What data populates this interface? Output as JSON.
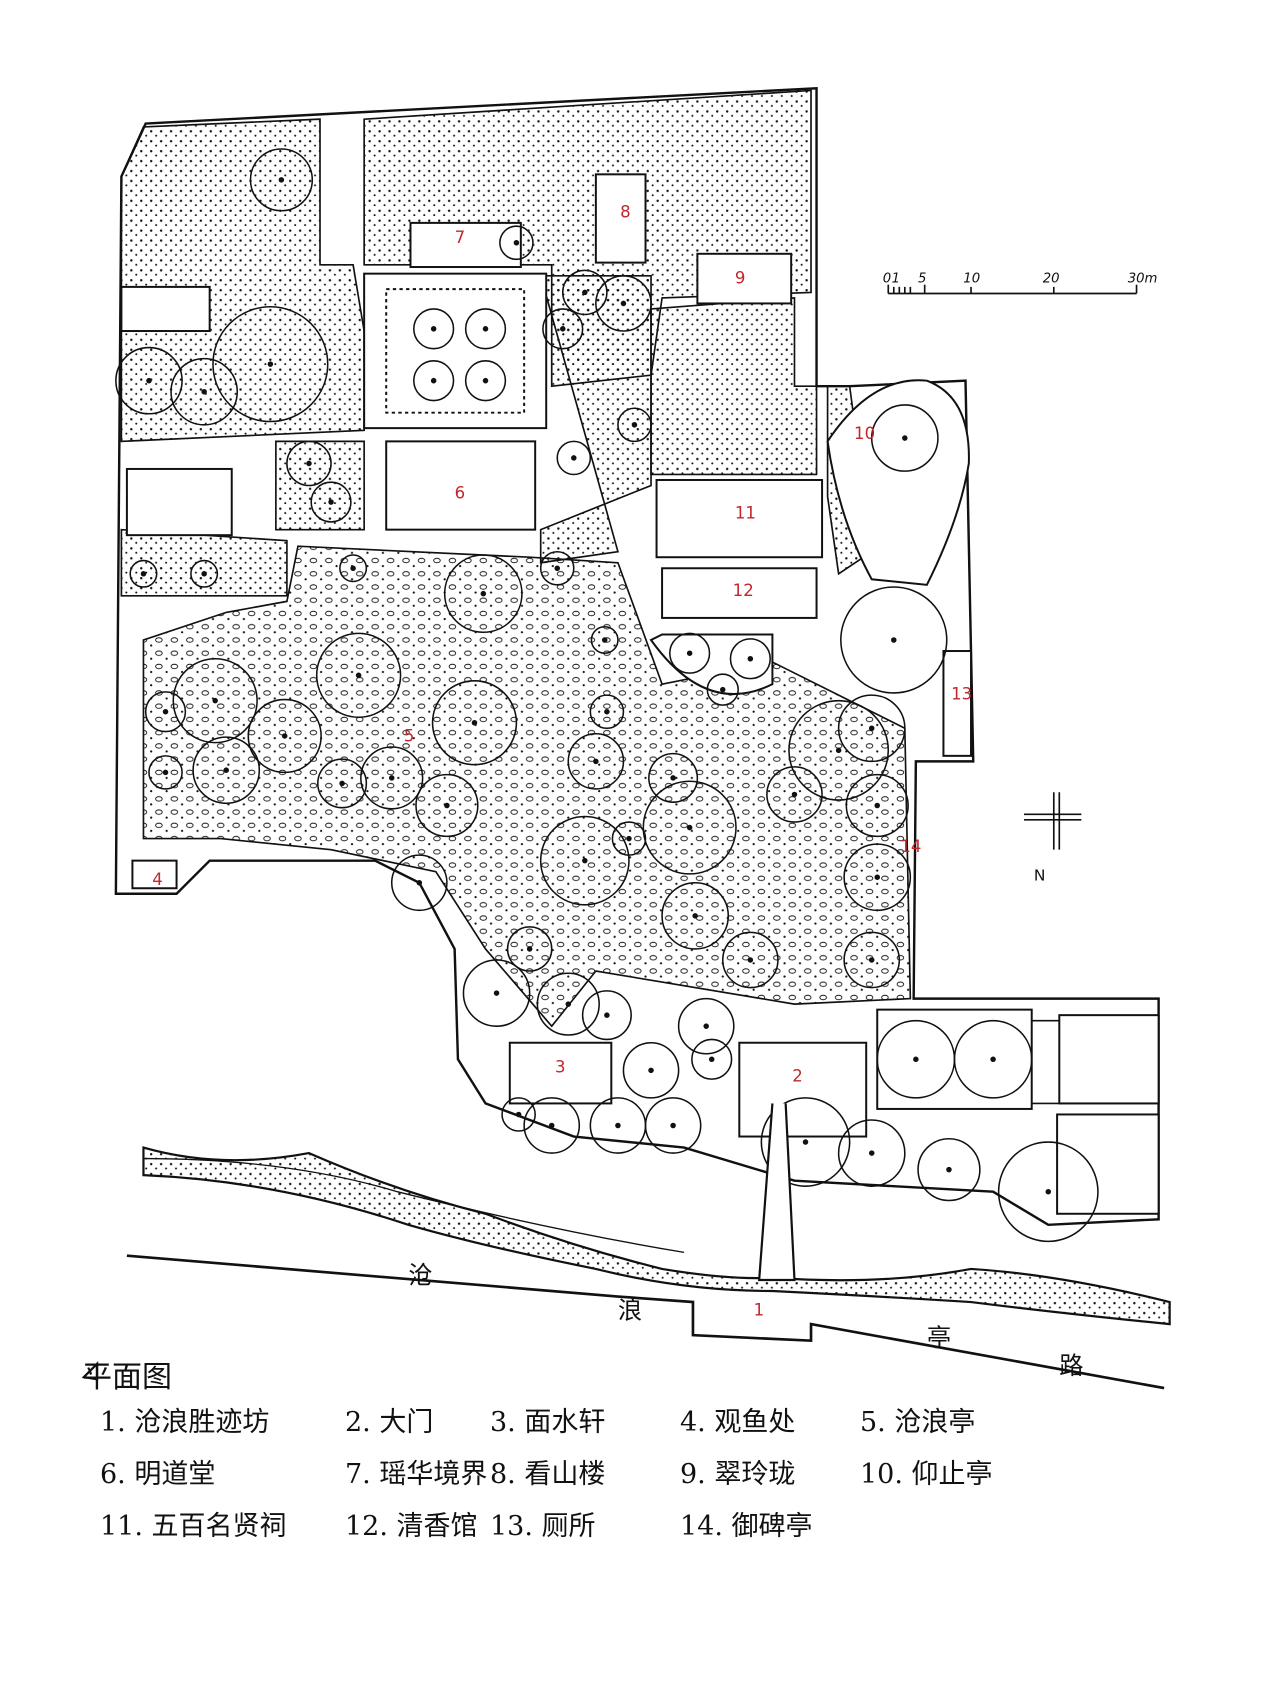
{
  "plan": {
    "labels": [
      "1",
      "2",
      "3",
      "4",
      "5",
      "6",
      "7",
      "8",
      "9",
      "10",
      "11",
      "12",
      "13",
      "14"
    ],
    "road_chars": [
      "沧",
      "浪",
      "亭",
      "路"
    ],
    "north": "N",
    "scale": {
      "ticks": [
        "0",
        "1",
        "5",
        "10",
        "20",
        "30m"
      ]
    }
  },
  "legend": {
    "title": "平面图",
    "items": [
      "1. 沧浪胜迹坊",
      "2. 大门",
      "3. 面水轩",
      "4. 观鱼处",
      "5. 沧浪亭",
      "6. 明道堂",
      "7. 瑶华境界",
      "8. 看山楼",
      "9. 翠玲珑",
      "10. 仰止亭",
      "11. 五百名贤祠",
      "12. 清香馆",
      "13. 厕所",
      "14. 御碑亭"
    ]
  },
  "colors": {
    "ink": "#111111",
    "numbers": "#c0282d",
    "tree_labels": "#2a8a8a"
  }
}
